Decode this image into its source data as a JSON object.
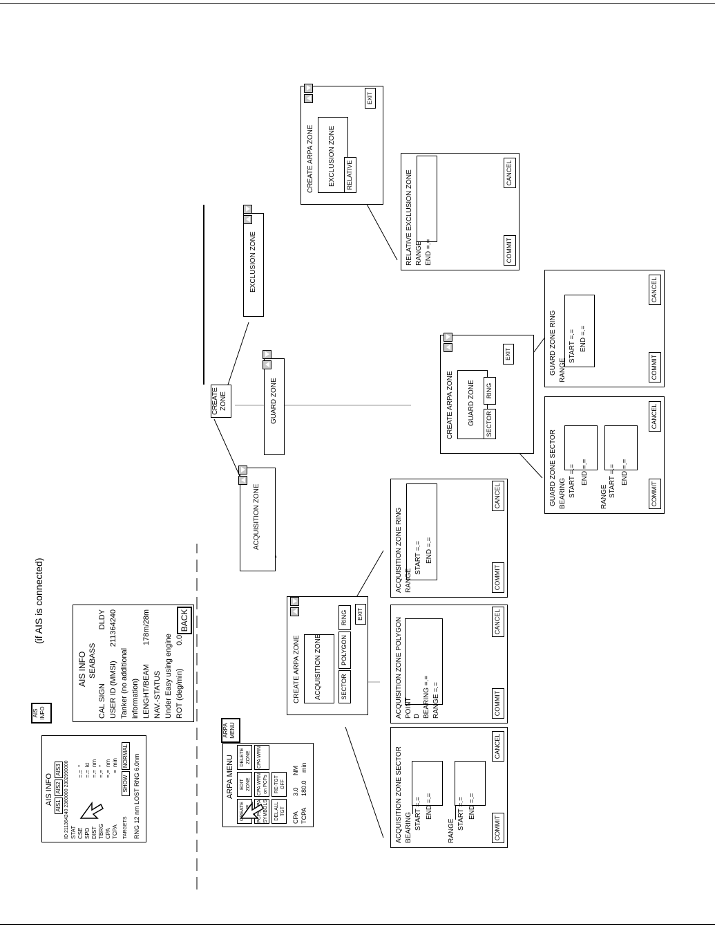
{
  "header_rule": "",
  "ais_note": "(if AIS is connected)",
  "ais_info_key": "AIS INFO",
  "ais_panel": {
    "title": "AIS INFO",
    "tabs": [
      "AIS1",
      "AIS2",
      "AIS3"
    ],
    "id_line": "ID  211364240  2360000  2302990000",
    "rows": [
      {
        "label": "STAT",
        "value": "",
        "unit": ""
      },
      {
        "label": "CSE",
        "value": "=.=",
        "unit": "°"
      },
      {
        "label": "SPD",
        "value": "=.=",
        "unit": "kt"
      },
      {
        "label": "DIST",
        "value": "=.=",
        "unit": "nm"
      },
      {
        "label": "TBRG",
        "value": "=.=",
        "unit": "°"
      },
      {
        "label": "CPA",
        "value": "=.=",
        "unit": "nm"
      },
      {
        "label": "TCPA",
        "value": "=",
        "unit": "min"
      }
    ],
    "targets_label": "TARGETS",
    "show": "SHOW",
    "normal": "NORMAL",
    "footer": "RNG 12 nm  LOST RNG 6.0nm"
  },
  "ais_detail": {
    "title": "AIS INFO",
    "name": "SEABASS",
    "call_label": "CAL SIGN",
    "call_value": "DLDY",
    "user_label": "USER ID (MMSI)",
    "user_value": "211364240",
    "type1": "Tanker (no additional",
    "type2": "information)",
    "len_label": "LENGHT/BEAM",
    "len_value": "178m/28m",
    "nav_label": "NAV.-STATUS",
    "nav_value": "Under Easy using engine",
    "rot_label": "ROT (deg/min)",
    "rot_value": "0.0",
    "back": "BACK"
  },
  "arpa_menu_key": "ARPA MENU",
  "arpa_menu": {
    "title": "ARPA MENU",
    "buttons": [
      "CREATE ZONE",
      "EDIT ZONE",
      "DELETE ZONE",
      "PCPs/CPA SYMBOLS",
      "CPA WRN on PCPs",
      "CPA WRN",
      "DEL ALL TGT",
      "RE-TGT OFF"
    ],
    "cpa_label": "CPA",
    "cpa_value": "3.0",
    "cpa_unit": "NM",
    "tcpa_label": "TCPA",
    "tcpa_value": "180.0",
    "tcpa_unit": "min"
  },
  "create_zone": "CREATE ZONE",
  "zones": {
    "acquisition": "ACQUISITION ZONE",
    "guard": "GUARD ZONE",
    "exclusion": "EXCLUSION ZONE"
  },
  "create_acq": {
    "title": "CREATE ARPA ZONE",
    "zone": "ACQUISITION ZONE",
    "sector": "SECTOR",
    "polygon": "POLYGON",
    "ring": "RING",
    "exit": "EXIT"
  },
  "acq_sector": {
    "title": "ACQUISITION ZONE SECTOR",
    "bearing": "BEARING",
    "range": "RANGE",
    "start": "START =.=",
    "end": "END =.=",
    "commit": "COMMIT",
    "cancel": "CANCEL"
  },
  "acq_polygon": {
    "title": "ACQUISITION ZONE POLYGON",
    "point": "POINT",
    "d": "D",
    "bearing": "BEARING =.=",
    "range": "RANGE =.=",
    "commit": "COMMIT",
    "cancel": "CANCEL"
  },
  "acq_ring": {
    "title": "ACQUISITION ZONE RING",
    "range": "RANGE",
    "start": "START =.=",
    "end": "END =.=",
    "commit": "COMMIT",
    "cancel": "CANCEL"
  },
  "create_guard": {
    "title": "CREATE ARPA ZONE",
    "zone": "GUARD ZONE",
    "sector": "SECTOR",
    "ring": "RING",
    "exit": "EXIT"
  },
  "guard_sector": {
    "title": "GUARD ZONE SECTOR",
    "bearing": "BEARING",
    "range": "RANGE",
    "start": "START =.=",
    "end": "END =.=",
    "commit": "COMMIT",
    "cancel": "CANCEL"
  },
  "guard_ring": {
    "title": "GUARD ZONE RING",
    "range": "RANGE",
    "start": "START =.=",
    "end": "END =.=",
    "commit": "COMMIT",
    "cancel": "CANCEL"
  },
  "create_excl": {
    "title": "CREATE ARPA ZONE",
    "zone": "EXCLUSION ZONE",
    "relative": "RELATIVE",
    "exit": "EXIT"
  },
  "rel_excl": {
    "title": "RELATIVE EXCLUSION ZONE",
    "range": "RANGE",
    "end": "END =.=",
    "commit": "COMMIT",
    "cancel": "CANCEL"
  }
}
